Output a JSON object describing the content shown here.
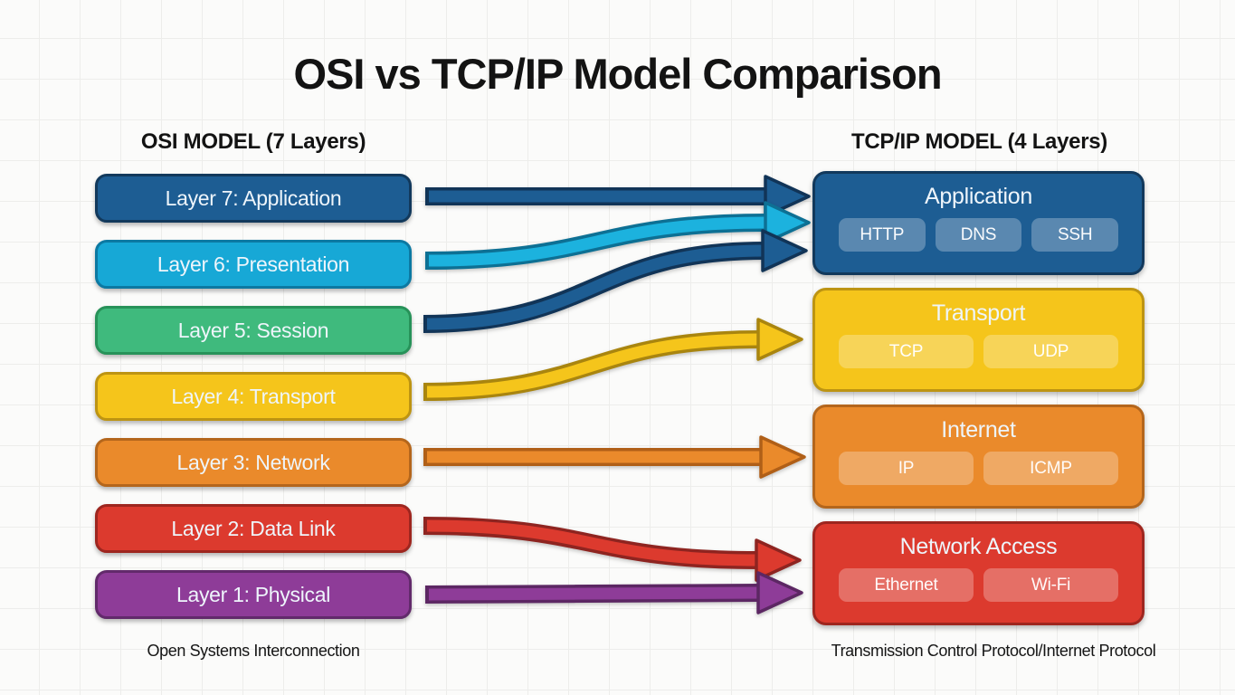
{
  "title": "OSI vs TCP/IP Model Comparison",
  "canvas": {
    "background": "#fbfbfa",
    "grid_line": "#ededeb"
  },
  "osi": {
    "heading": "OSI MODEL (7 Layers)",
    "footer": "Open Systems Interconnection",
    "layers": [
      {
        "label": "Layer 7: Application",
        "color": "#1d5d93",
        "border": "#12395c"
      },
      {
        "label": "Layer 6: Presentation",
        "color": "#17a8d6",
        "border": "#0c79a2"
      },
      {
        "label": "Layer 5: Session",
        "color": "#3fba7d",
        "border": "#279259"
      },
      {
        "label": "Layer 4: Transport",
        "color": "#f5c51b",
        "border": "#bd9412"
      },
      {
        "label": "Layer 3: Network",
        "color": "#ea8a2b",
        "border": "#b4661c"
      },
      {
        "label": "Layer 2: Data Link",
        "color": "#dc3a2e",
        "border": "#9e261f"
      },
      {
        "label": "Layer 1: Physical",
        "color": "#8e3c98",
        "border": "#622a6b"
      }
    ]
  },
  "tcpip": {
    "heading": "TCP/IP MODEL (4 Layers)",
    "footer": "Transmission Control Protocol/Internet Protocol",
    "layers": [
      {
        "label": "Application",
        "protocols": [
          "HTTP",
          "DNS",
          "SSH"
        ],
        "color": "#1d5d93",
        "border": "#12395c"
      },
      {
        "label": "Transport",
        "protocols": [
          "TCP",
          "UDP"
        ],
        "color": "#f5c51b",
        "border": "#bd9412"
      },
      {
        "label": "Internet",
        "protocols": [
          "IP",
          "ICMP"
        ],
        "color": "#ea8a2b",
        "border": "#b4661c"
      },
      {
        "label": "Network Access",
        "protocols": [
          "Ethernet",
          "Wi-Fi"
        ],
        "color": "#dc3a2e",
        "border": "#9e261f"
      }
    ]
  },
  "arrows": [
    {
      "name": "layer7-to-application",
      "color": "#1d5d93",
      "border": "#113457"
    },
    {
      "name": "layer6-to-application",
      "color": "#1cb2de",
      "border": "#0d7094"
    },
    {
      "name": "layer5-to-application",
      "color": "#1d5d93",
      "border": "#113457"
    },
    {
      "name": "layer4-to-transport",
      "color": "#f5c51b",
      "border": "#a9850f"
    },
    {
      "name": "layer3-to-internet",
      "color": "#ea8a2b",
      "border": "#b05f17"
    },
    {
      "name": "layer2-to-network-access",
      "color": "#dc3a2e",
      "border": "#8e2420"
    },
    {
      "name": "layer1-to-network-access",
      "color": "#8e3c98",
      "border": "#5c2763"
    }
  ]
}
